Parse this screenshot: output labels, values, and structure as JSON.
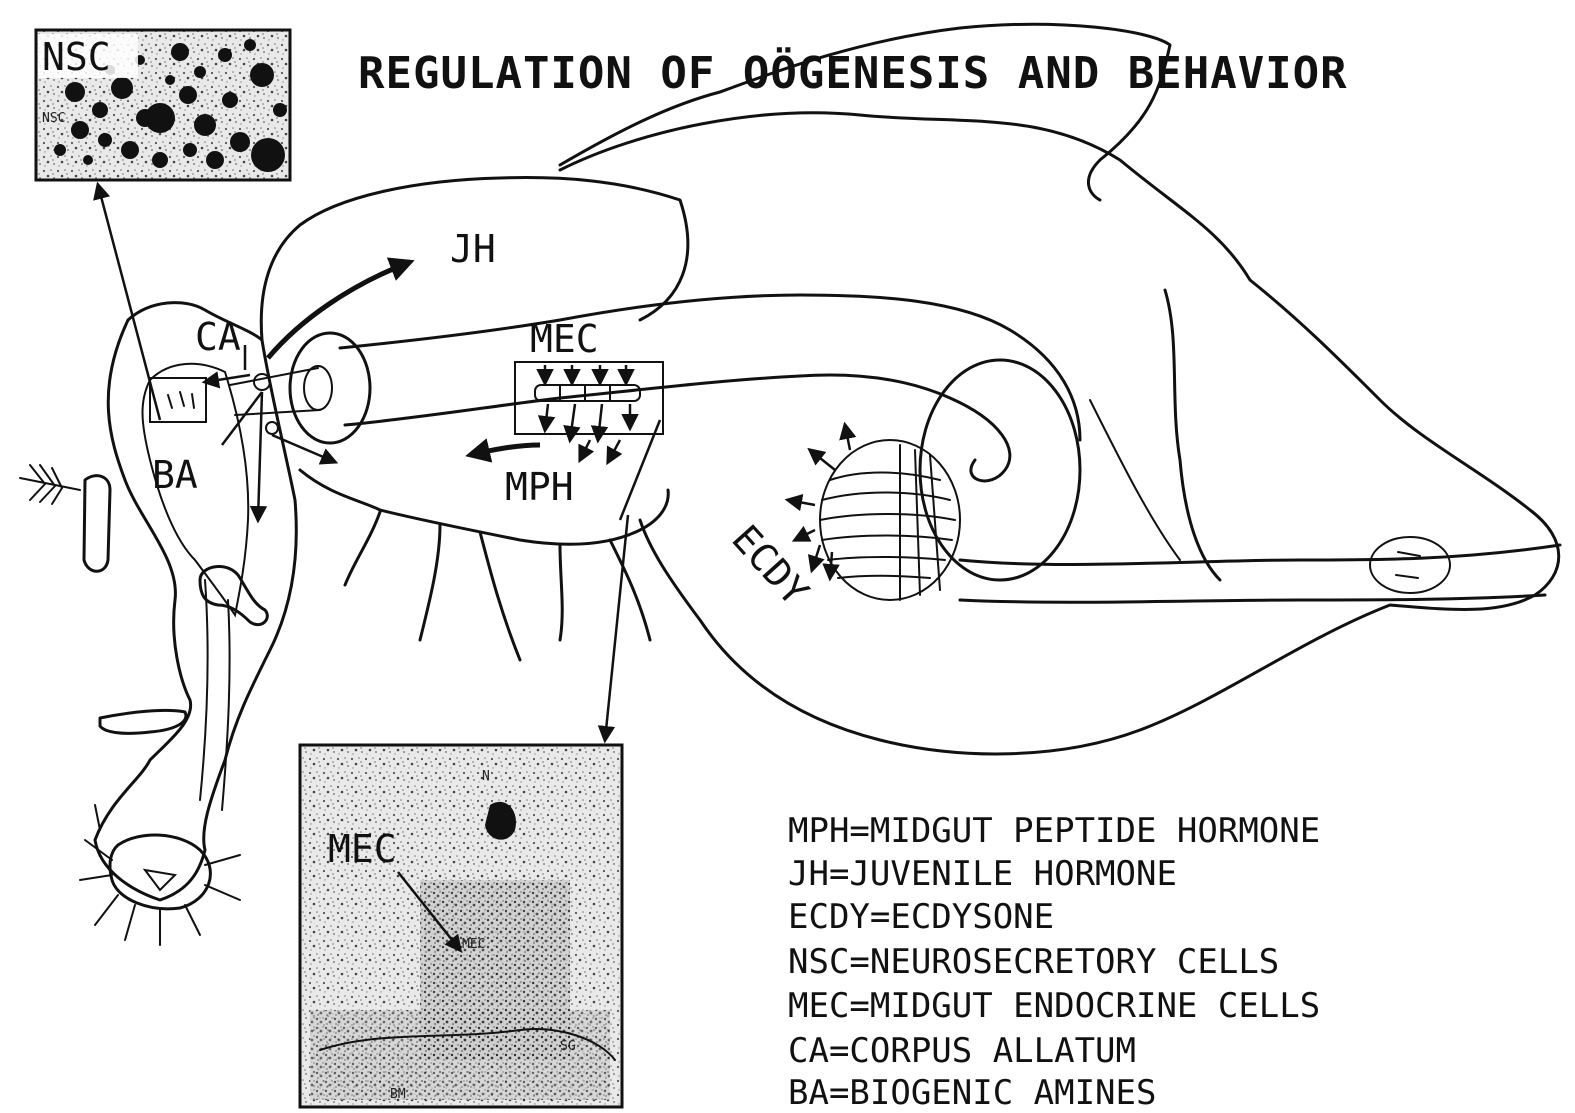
{
  "title": "REGULATION OF OÖGENESIS AND BEHAVIOR",
  "labels": {
    "jh": "JH",
    "ca": "CA",
    "mec": "MEC",
    "mph": "MPH",
    "ba": "BA",
    "ecdy": "ECDY",
    "nsc_inset": "NSC",
    "mec_inset": "MEC"
  },
  "inset_small_labels": {
    "nsc_faint": "NSC",
    "n": "N",
    "mec": "MEC",
    "bm": "BM",
    "sg": "SG"
  },
  "legend": [
    "MPH=MIDGUT PEPTIDE HORMONE",
    "JH=JUVENILE HORMONE",
    "ECDY=ECDYSONE",
    "NSC=NEUROSECRETORY CELLS",
    "MEC=MIDGUT ENDOCRINE CELLS",
    "CA=CORPUS ALLATUM",
    "BA=BIOGENIC AMINES"
  ]
}
